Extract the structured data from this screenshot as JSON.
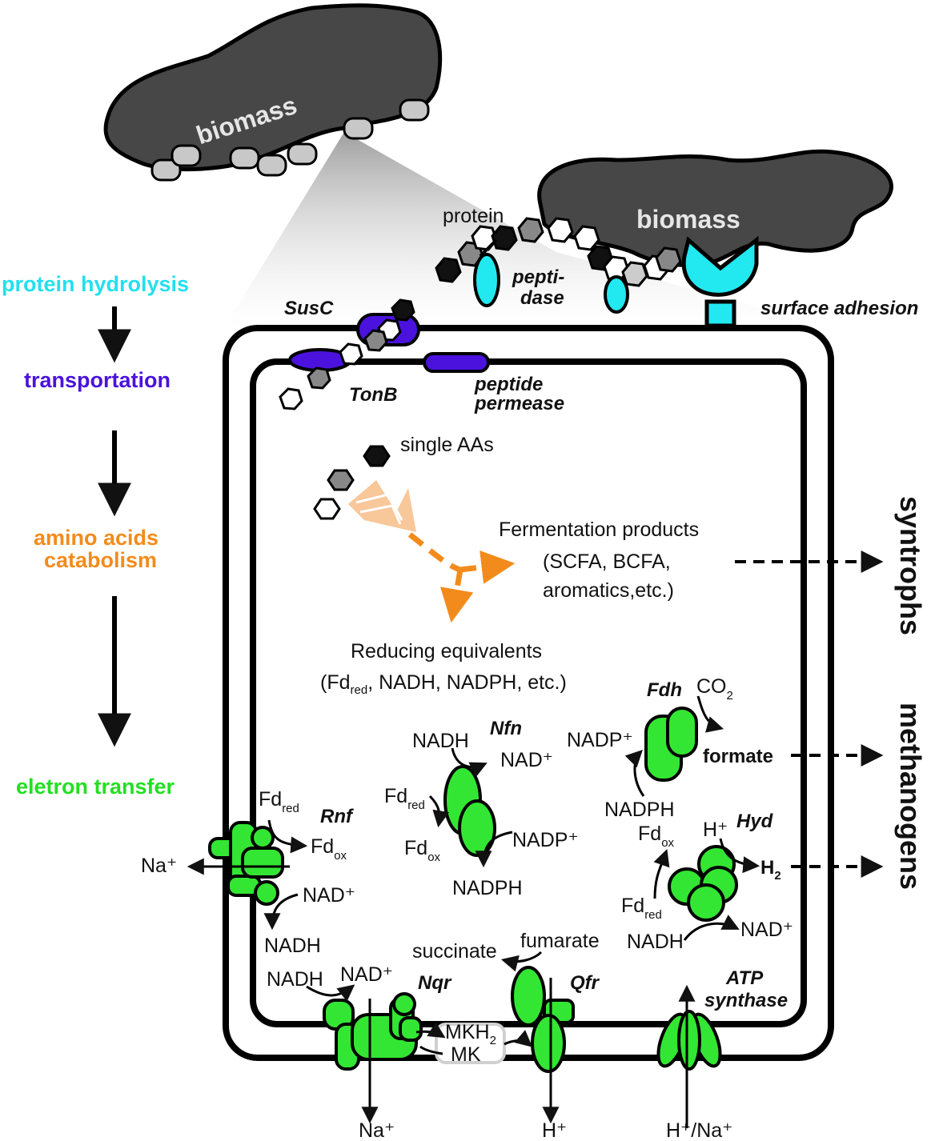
{
  "colors": {
    "protein_hydrolysis": "#22e0ee",
    "transportation": "#4b12dd",
    "amino_acids_catabolism": "#f38b1c",
    "electron_transfer": "#22e022",
    "enzyme_green": "#33e633",
    "enzyme_cyan": "#22e8f0",
    "transporter_purple": "#4b12dd",
    "biomass": "#474747"
  },
  "steps": {
    "protein_hydrolysis": "protein hydrolysis",
    "transportation": "transportation",
    "aa_catabolism_line1": "amino acids",
    "aa_catabolism_line2": "catabolism",
    "electron_transfer": "eletron transfer"
  },
  "biomass": {
    "top": "biomass",
    "right": "biomass"
  },
  "proteins": {
    "protein": "protein",
    "peptidase_line1": "pepti-",
    "peptidase_line2": "dase",
    "surface_adhesion": "surface adhesion",
    "susc": "SusC",
    "tonb": "TonB",
    "peptide_permease_line1": "peptide",
    "peptide_permease_line2": "permease",
    "single_aas": "single AAs"
  },
  "catabolism": {
    "fermentation_line1": "Fermentation products",
    "fermentation_line2": "(SCFA, BCFA,",
    "fermentation_line3": "aromatics,etc.)",
    "reducing_line1": "Reducing equivalents",
    "reducing_line2_a": "(Fd",
    "reducing_line2_sub": "red",
    "reducing_line2_b": ", NADH, NADPH, etc.)"
  },
  "right_side": {
    "syntrophs": "syntrophs",
    "methanogens": "methanogens"
  },
  "enzymes": {
    "rnf": {
      "name": "Rnf",
      "fd": "Fd",
      "red": "red",
      "ox": "ox",
      "nad_plus": "NAD⁺",
      "nadh": "NADH",
      "na_plus": "Na⁺"
    },
    "nfn": {
      "name": "Nfn",
      "nadh": "NADH",
      "nad_plus": "NAD⁺",
      "fd": "Fd",
      "red": "red",
      "ox": "ox",
      "nadp_plus": "NADP⁺",
      "nadph": "NADPH"
    },
    "fdh": {
      "name": "Fdh",
      "co2": "CO",
      "co2_sub": "2",
      "nadp_plus": "NADP⁺",
      "formate": "formate",
      "nadph": "NADPH"
    },
    "hyd": {
      "name": "Hyd",
      "h_plus": "H⁺",
      "h2": "H",
      "h2_sub": "2",
      "fd": "Fd",
      "red": "red",
      "ox": "ox",
      "nadh": "NADH",
      "nad_plus": "NAD⁺"
    },
    "nqr": {
      "name": "Nqr",
      "nadh": "NADH",
      "nad_plus": "NAD⁺",
      "na_plus": "Na⁺"
    },
    "qfr": {
      "name": "Qfr",
      "succinate": "succinate",
      "fumarate": "fumarate",
      "h_plus": "H⁺"
    },
    "mk": {
      "mkh2": "MKH",
      "mkh2_sub": "2",
      "mk": "MK"
    },
    "atp": {
      "line1": "ATP",
      "line2": "synthase",
      "ions": "H⁺/Na⁺"
    }
  }
}
